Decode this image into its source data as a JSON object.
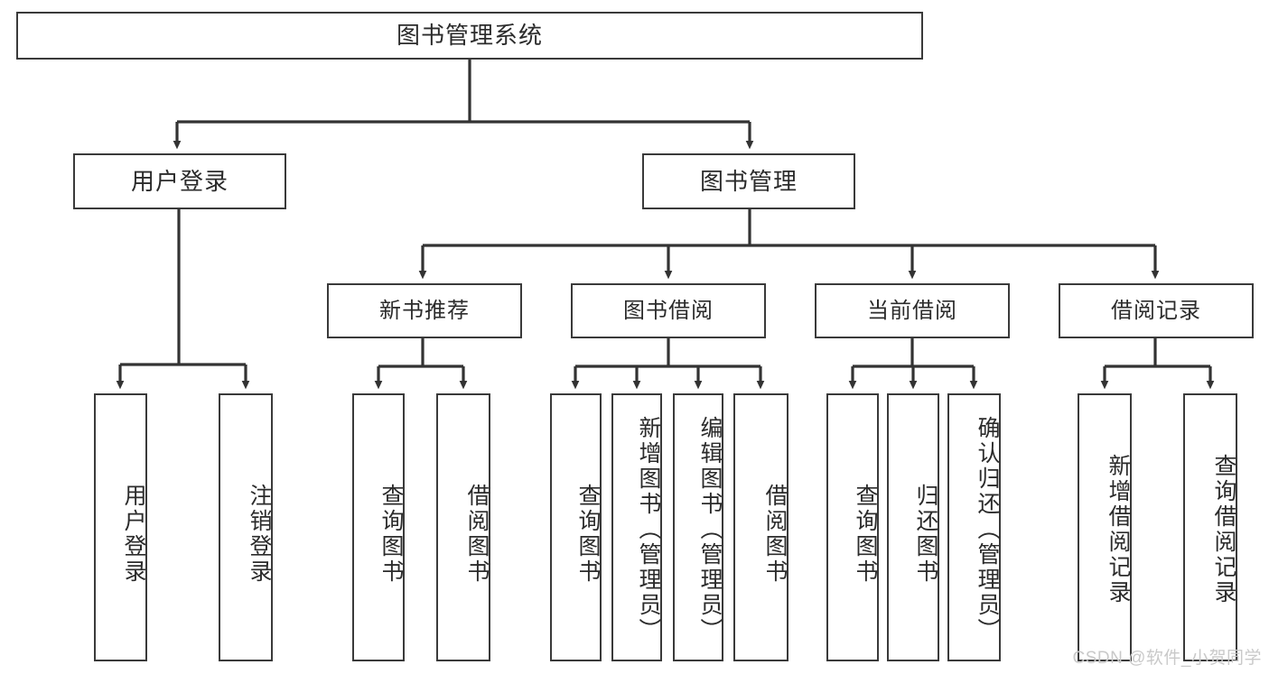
{
  "diagram": {
    "title": "图书管理系统",
    "type": "tree",
    "watermark": "CSDN @软件_小贺同学",
    "colors": {
      "box_border": "#3a3a3a",
      "box_fill": "#ffffff",
      "connector": "#333333",
      "text": "#2b2b2b",
      "watermark": "#c9c9c9"
    },
    "root": {
      "id": "root",
      "label": "图书管理系统",
      "level": 1
    },
    "level2": [
      {
        "id": "user-login",
        "label": "用户登录",
        "level": 2
      },
      {
        "id": "book-manage",
        "label": "图书管理",
        "level": 2
      }
    ],
    "level3": [
      {
        "id": "new-book-rec",
        "label": "新书推荐",
        "level": 3,
        "parent": "book-manage"
      },
      {
        "id": "book-borrow",
        "label": "图书借阅",
        "level": 3,
        "parent": "book-manage"
      },
      {
        "id": "current-borrow",
        "label": "当前借阅",
        "level": 3,
        "parent": "book-manage"
      },
      {
        "id": "borrow-record",
        "label": "借阅记录",
        "level": 3,
        "parent": "book-manage"
      }
    ],
    "leaves": [
      {
        "id": "leaf-user-login",
        "label": "用户登录",
        "parent": "user-login"
      },
      {
        "id": "leaf-user-logout",
        "label": "注销登录",
        "parent": "user-login"
      },
      {
        "id": "leaf-query-book-1",
        "label": "查询图书",
        "parent": "new-book-rec"
      },
      {
        "id": "leaf-borrow-book-1",
        "label": "借阅图书",
        "parent": "new-book-rec"
      },
      {
        "id": "leaf-query-book-2",
        "label": "查询图书",
        "parent": "book-borrow"
      },
      {
        "id": "leaf-add-book",
        "label": "新增图书（管理员）",
        "parent": "book-borrow"
      },
      {
        "id": "leaf-edit-book",
        "label": "编辑图书（管理员）",
        "parent": "book-borrow"
      },
      {
        "id": "leaf-borrow-book-2",
        "label": "借阅图书",
        "parent": "book-borrow"
      },
      {
        "id": "leaf-query-book-3",
        "label": "查询图书",
        "parent": "current-borrow"
      },
      {
        "id": "leaf-return-book",
        "label": "归还图书",
        "parent": "current-borrow"
      },
      {
        "id": "leaf-confirm-return",
        "label": "确认归还（管理员）",
        "parent": "current-borrow"
      },
      {
        "id": "leaf-add-record",
        "label": "新增借阅记录",
        "parent": "borrow-record"
      },
      {
        "id": "leaf-query-record",
        "label": "查询借阅记录",
        "parent": "borrow-record"
      }
    ]
  }
}
